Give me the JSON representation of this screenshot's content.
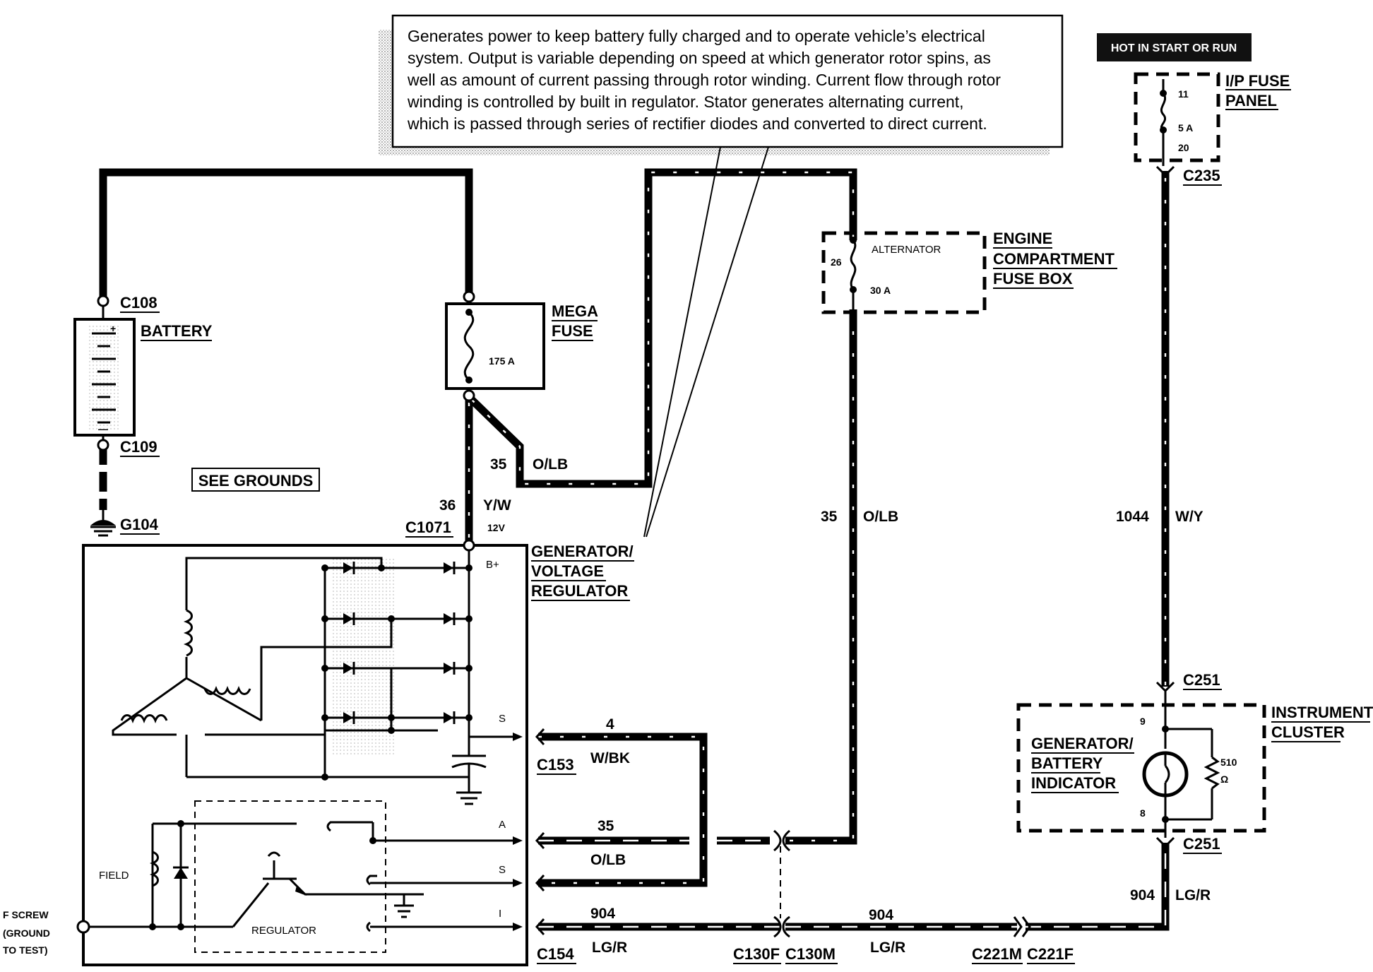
{
  "description": "Generates power to keep battery fully charged and to operate vehicle's electrical system. Output is variable depending on speed at which generator rotor spins, as well as amount of current passing through rotor winding. Current flow through rotor winding is controlled by built in regulator. Stator generates alternating current, which is passed through series of rectifier diodes and converted to direct current.",
  "description_lines": [
    "Generates power to keep battery fully charged and to operate vehicle’s electrical",
    "system. Output is variable depending on speed at which generator rotor spins, as",
    "well as amount of current passing through rotor winding. Current flow through rotor",
    "winding is controlled by built in regulator. Stator generates alternating current,",
    "which is passed through series of rectifier diodes and converted to direct current."
  ],
  "hot_label": "HOT IN START OR RUN",
  "ip_fuse": {
    "title_1": "I/P FUSE",
    "title_2": "PANEL",
    "fuse_no": "11",
    "rating": "5 A",
    "pin": "20"
  },
  "connectors": {
    "c235": "C235",
    "c108": "C108",
    "c109": "C109",
    "g104": "G104",
    "c1071": "C1071",
    "c153": "C153",
    "c154": "C154",
    "c130f": "C130F",
    "c130m": "C130M",
    "c221m": "C221M",
    "c221f": "C221F",
    "c251_top": "C251",
    "c251_bottom": "C251"
  },
  "battery": {
    "label": "BATTERY",
    "plus": "+",
    "minus": "—"
  },
  "see_grounds": "SEE GROUNDS",
  "mega_fuse": {
    "title_1": "MEGA",
    "title_2": "FUSE",
    "rating": "175 A"
  },
  "engine_fuse_box": {
    "title_1": "ENGINE",
    "title_2": "COMPARTMENT",
    "title_3": "FUSE BOX",
    "name": "ALTERNATOR",
    "fuse_no": "26",
    "rating": "30 A"
  },
  "generator": {
    "title_1": "GENERATOR/",
    "title_2": "VOLTAGE",
    "title_3": "REGULATOR",
    "terminals": {
      "bplus": "B+",
      "s_top": "S",
      "a": "A",
      "s": "S",
      "i": "I"
    },
    "field": "FIELD",
    "regulator": "REGULATOR"
  },
  "fscrew": {
    "line_1": "F SCREW",
    "line_2": "(GROUND",
    "line_3": "TO TEST)"
  },
  "instrument_cluster": {
    "title_1": "INSTRUMENT",
    "title_2": "CLUSTER",
    "indicator_1": "GENERATOR/",
    "indicator_2": "BATTERY",
    "indicator_3": "INDICATOR",
    "pin_top": "9",
    "pin_bottom": "8",
    "resistor": "510",
    "ohm": "Ω"
  },
  "wires": {
    "w35_a_num": "35",
    "w35_a_color": "O/LB",
    "w36_num": "36",
    "w36_color": "Y/W",
    "w36_volt": "12V",
    "w35_b_num": "35",
    "w35_b_color": "O/LB",
    "w1044_num": "1044",
    "w1044_color": "W/Y",
    "w4_num": "4",
    "w4_color": "W/BK",
    "w35_c_num": "35",
    "w35_c_color": "O/LB",
    "w904_a_num": "904",
    "w904_a_color": "LG/R",
    "w904_b_num": "904",
    "w904_b_color": "LG/R",
    "w904_c_num": "904",
    "w904_c_color": "LG/R"
  }
}
